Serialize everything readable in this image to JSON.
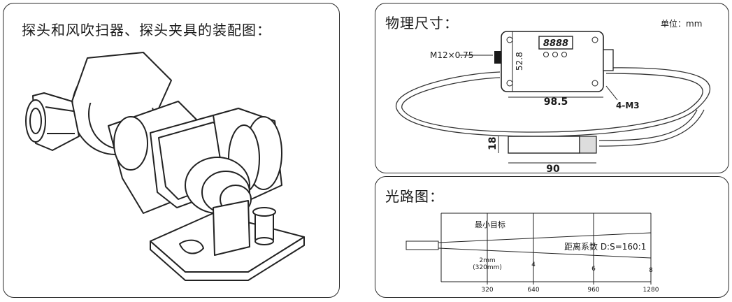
{
  "left_panel": {
    "title": "探头和风吹扫器、探头夹具的装配图："
  },
  "dim_panel": {
    "title": "物理尺寸：",
    "unit": "单位：mm",
    "display_digits": "8888",
    "labels": {
      "thread": "M12×0.75",
      "height": "52.8",
      "width": "98.5",
      "mount": "4-M3",
      "probe_dia": "18",
      "probe_len": "90"
    }
  },
  "optics_panel": {
    "title": "光路图：",
    "min_target": "最小目标",
    "ratio": "距离系数 D:S=160:1",
    "spot_first": "2mm",
    "spot_first_dist": "(320mm)",
    "spot_sizes": [
      "4",
      "6",
      "8"
    ],
    "distances": [
      "320",
      "640",
      "960",
      "1280"
    ]
  }
}
